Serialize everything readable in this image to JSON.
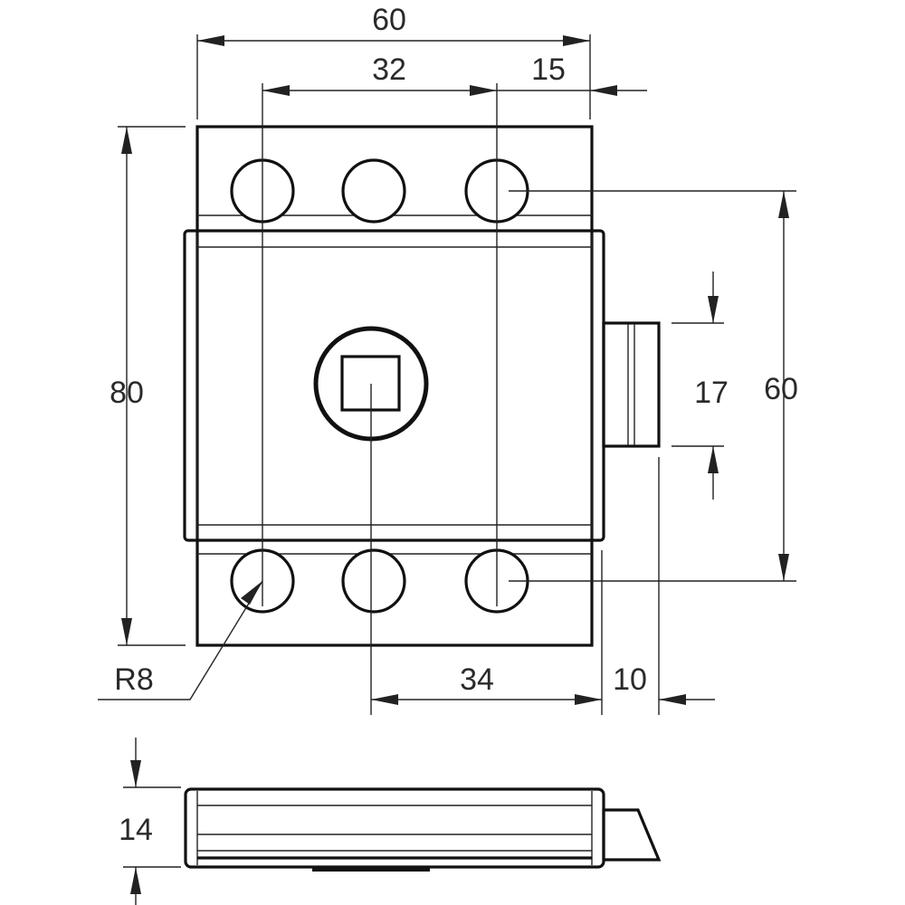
{
  "dimensions": {
    "overall_width": "60",
    "hole_spacing": "32",
    "edge_offset": "15",
    "height": "80",
    "bolt_width": "17",
    "mount_span": "60",
    "spindle_to_edge": "34",
    "bolt_throw": "10",
    "corner_radius": "R8",
    "thickness": "14"
  },
  "colors": {
    "line": "#111111",
    "text": "#2a2a2a",
    "background": "#ffffff"
  }
}
